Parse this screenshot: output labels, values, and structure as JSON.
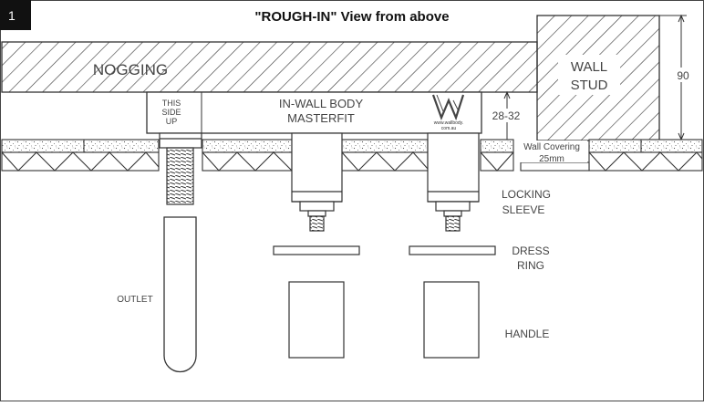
{
  "diagram": {
    "step_number": "1",
    "title": "\"ROUGH-IN\"  View from above",
    "labels": {
      "nogging": "NOGGING",
      "wall_stud": [
        "WALL",
        "STUD"
      ],
      "in_wall_body": [
        "IN-WALL BODY",
        "MASTERFIT"
      ],
      "this_side_up": [
        "THIS",
        "SIDE",
        "UP"
      ],
      "logo_caption": [
        "www.wallbody.",
        "com.au"
      ],
      "dim_90": "90",
      "dim_28_32": "28-32",
      "wall_covering": [
        "Wall Covering",
        "25mm"
      ],
      "locking_sleeve": [
        "LOCKING",
        "SLEEVE"
      ],
      "dress_ring": [
        "DRESS",
        "RING"
      ],
      "outlet": "OUTLET",
      "handle": "HANDLE"
    },
    "colors": {
      "line": "#333333",
      "step_badge": "#111111",
      "background": "#ffffff"
    }
  }
}
